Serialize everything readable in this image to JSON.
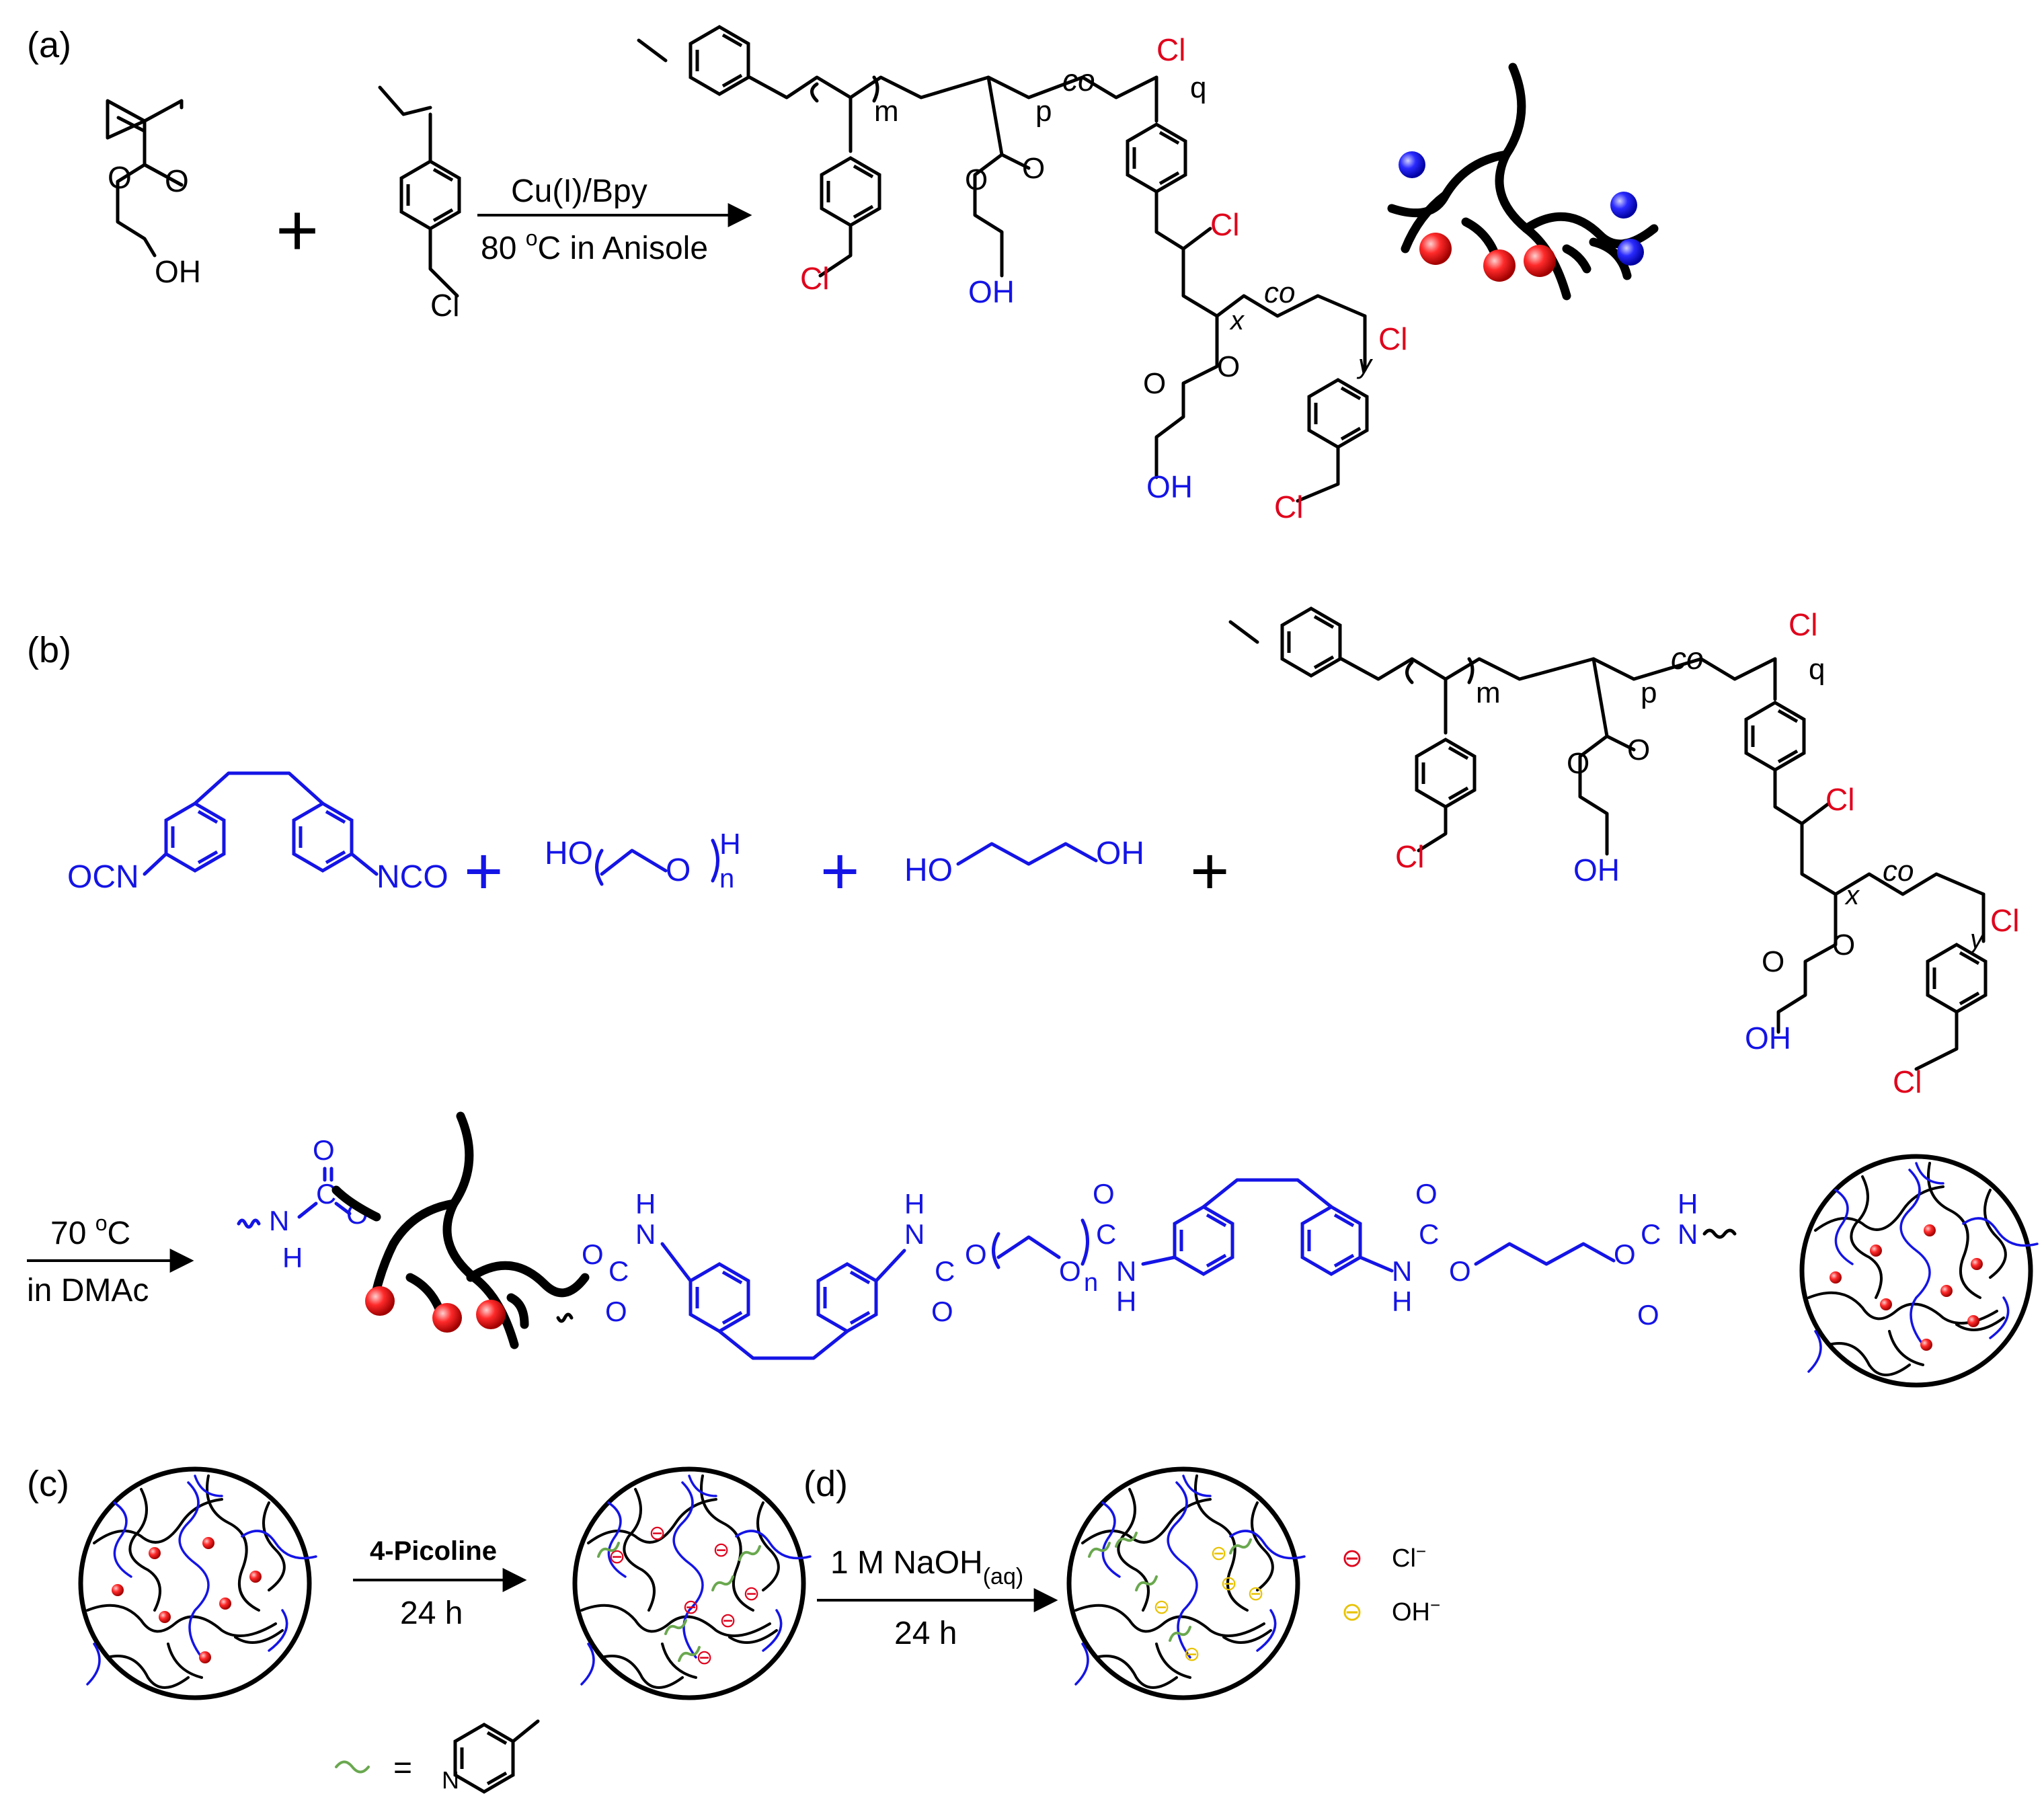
{
  "panels": {
    "a": "(a)",
    "b": "(b)",
    "c": "(c)",
    "d": "(d)"
  },
  "reaction_a": {
    "condition_top": "Cu(I)/Bpy",
    "condition_bottom_prefix": "80 ",
    "condition_bottom_sup": "o",
    "condition_bottom_suffix": "C in Anisole",
    "plus": "+"
  },
  "reaction_b": {
    "condition_top_prefix": "70 ",
    "condition_top_sup": "o",
    "condition_top_suffix": "C",
    "condition_bottom": "in DMAc",
    "plus": "+"
  },
  "reaction_c": {
    "condition_top": "4-Picoline",
    "condition_bottom": "24 h"
  },
  "reaction_d": {
    "condition_top_prefix": "1 M NaOH",
    "condition_top_sub": "(aq)",
    "condition_bottom": "24 h"
  },
  "labels": {
    "cl": "Cl",
    "oh": "OH",
    "ho": "HO",
    "o": "O",
    "h": "H",
    "n": "N",
    "nh": "NH",
    "c": "C",
    "ocn": "OCN",
    "nco": "NCO",
    "m": "m",
    "p": "p",
    "q": "q",
    "x": "x",
    "y": "y",
    "co": "co",
    "sub_n": "n",
    "equals": "="
  },
  "legend": {
    "ion1": "Cl",
    "ion1_sup": "−",
    "ion2": "OH",
    "ion2_sup": "−",
    "minus_glyph": "⊖"
  },
  "colors": {
    "black": "#000000",
    "red": "#e0001b",
    "blue": "#1414e6",
    "green": "#6aa84f",
    "yellow": "#e8c200",
    "bead_red": "#ff2a2a",
    "bead_blue": "#2a2aff"
  }
}
